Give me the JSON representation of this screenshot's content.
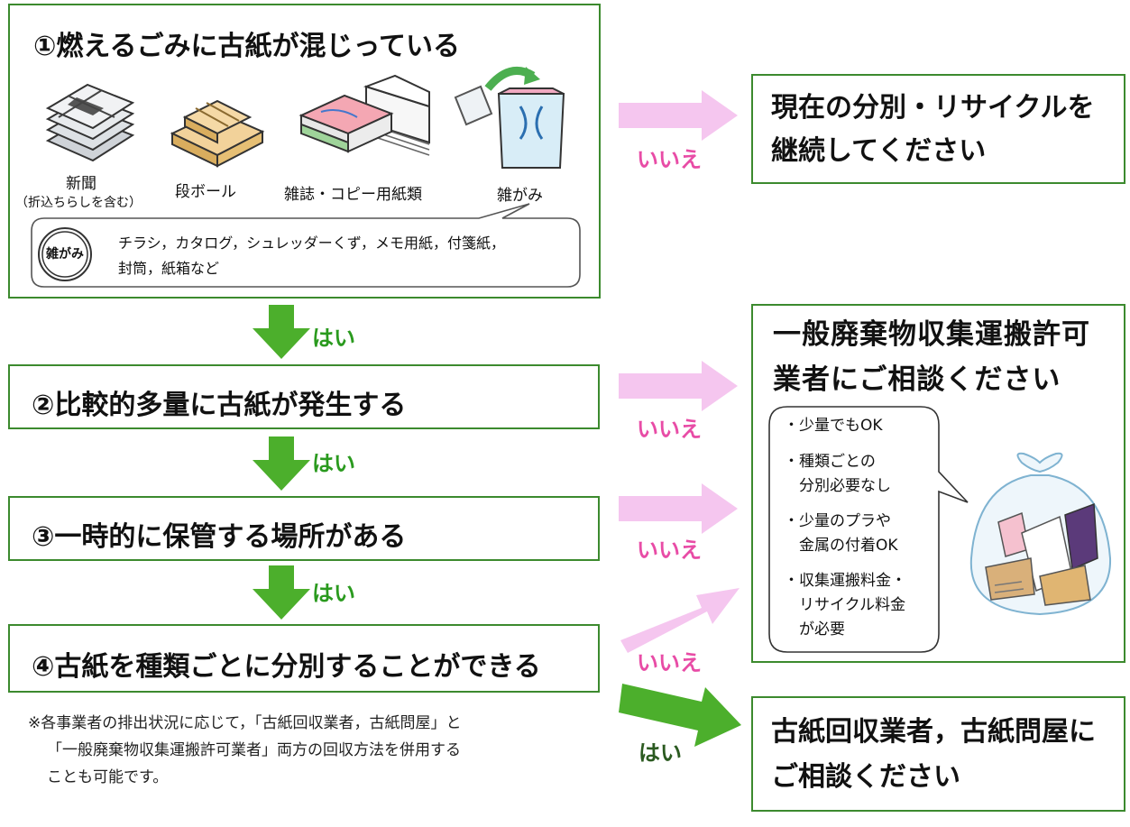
{
  "q1": {
    "title": "①燃えるごみに古紙が混じっている",
    "items": [
      {
        "label": "新聞",
        "sub": "（折込ちらしを含む）"
      },
      {
        "label": "段ボール"
      },
      {
        "label": "雑誌・コピー用紙類"
      },
      {
        "label": "雑がみ"
      }
    ],
    "badge": "雑がみ",
    "bubble_lines": [
      "チラシ，カタログ，シュレッダーくず，メモ用紙，付箋紙，",
      "封筒，紙箱など"
    ]
  },
  "q2": {
    "title": "②比較的多量に古紙が発生する"
  },
  "q3": {
    "title": "③一時的に保管する場所がある"
  },
  "q4": {
    "title": "④古紙を種類ごとに分別することができる"
  },
  "yes_label": "はい",
  "no_label": "いいえ",
  "result_continue": {
    "lines": [
      "現在の分別・リサイクルを",
      "継続してください"
    ]
  },
  "result_general": {
    "lines": [
      "一般廃棄物収集運搬許可",
      "業者にご相談ください"
    ],
    "bullets": [
      {
        "lines": [
          "・少量でもOK"
        ]
      },
      {
        "lines": [
          "・種類ごとの",
          "　分別必要なし"
        ]
      },
      {
        "lines": [
          "・少量のプラや",
          "　金属の付着OK"
        ]
      },
      {
        "lines": [
          "・収集運搬料金・",
          "　リサイクル料金",
          "　が必要"
        ]
      }
    ]
  },
  "result_paper": {
    "lines": [
      "古紙回収業者，古紙問屋に",
      "ご相談ください"
    ]
  },
  "footnote": {
    "lines": [
      "※各事業者の排出状況に応じて，「古紙回収業者，古紙問屋」と",
      "「一般廃棄物収集運搬許可業者」両方の回収方法を併用する",
      "ことも可能です。"
    ]
  },
  "colors": {
    "border": "#3c8a2e",
    "no_arrow": "#f5c6ef",
    "yes_arrow": "#4caf2c",
    "no_text": "#e84ca6",
    "yes_text": "#2a9a1e"
  }
}
